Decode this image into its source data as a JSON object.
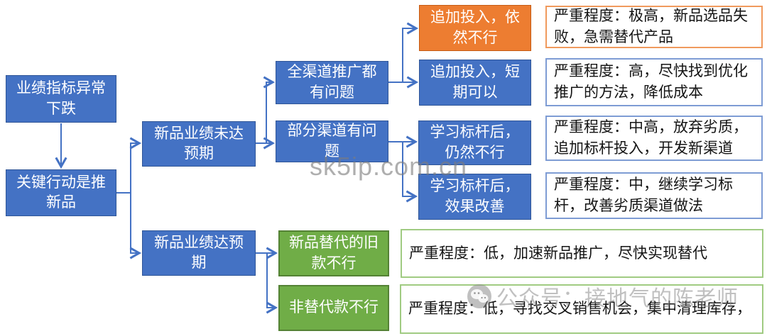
{
  "flowchart": {
    "nodes": {
      "kpi_drop": {
        "label": "业绩指标异常下跌",
        "color": "#4472C4"
      },
      "key_action": {
        "label": "关键行动是推新品",
        "color": "#4472C4"
      },
      "below_expectation": {
        "label": "新品业绩未达预期",
        "color": "#4472C4"
      },
      "meets_expectation": {
        "label": "新品业绩达预期",
        "color": "#4472C4"
      },
      "all_channels_problem": {
        "label": "全渠道推广都有问题",
        "color": "#4472C4"
      },
      "some_channels_problem": {
        "label": "部分渠道有问题",
        "color": "#4472C4"
      },
      "more_invest_still_fail": {
        "label": "追加投入，依然不行",
        "color": "#ED7D31"
      },
      "more_invest_short_ok": {
        "label": "追加投入，短期可以",
        "color": "#4472C4"
      },
      "learn_benchmark_still_fail": {
        "label": "学习标杆后，仍然不行",
        "color": "#4472C4"
      },
      "learn_benchmark_improved": {
        "label": "学习标杆后，效果改善",
        "color": "#4472C4"
      },
      "replaced_old_fail": {
        "label": "新品替代的旧款不行",
        "color": "#70AD47"
      },
      "non_replaced_fail": {
        "label": "非替代款不行",
        "color": "#70AD47"
      }
    },
    "severity_notes": {
      "extreme": {
        "text": "严重程度：极高，新品选品失败，急需替代产品",
        "border_color": "#F09A5D"
      },
      "high": {
        "text": "严重程度：高，尽快找到优化推广的方法，降低成本",
        "border_color": "#7E9CD4"
      },
      "mid_high": {
        "text": "严重程度：中高，放弃劣质，追加标杆投入，开发新渠道",
        "border_color": "#7E9CD4"
      },
      "mid": {
        "text": "严重程度：中，继续学习标杆，改善劣质渠道做法",
        "border_color": "#7E9CD4"
      },
      "low_replace": {
        "text": "严重程度：低，加速新品推广，尽快实现替代",
        "border_color": "#A0CB82"
      },
      "low_cross": {
        "text": "严重程度：低，寻找交叉销售机会，集中清理库存，",
        "border_color": "#A0CB82"
      }
    },
    "connector_color": "#4472C4"
  },
  "watermarks": {
    "site": "sk5ip.com.cn",
    "wechat_label": "公众号：接地气的陈老师",
    "wechat_icon": "wechat-icon"
  },
  "colors": {
    "node_blue": "#4472C4",
    "node_blue_border": "#2F5597",
    "node_orange": "#ED7D31",
    "node_orange_border": "#C55A11",
    "node_green": "#70AD47",
    "node_green_border": "#548235",
    "note_border_orange": "#F09A5D",
    "note_border_blue": "#7E9CD4",
    "note_border_green": "#A0CB82",
    "connector": "#4472C4",
    "watermark_gray": "#8C8C8C"
  }
}
